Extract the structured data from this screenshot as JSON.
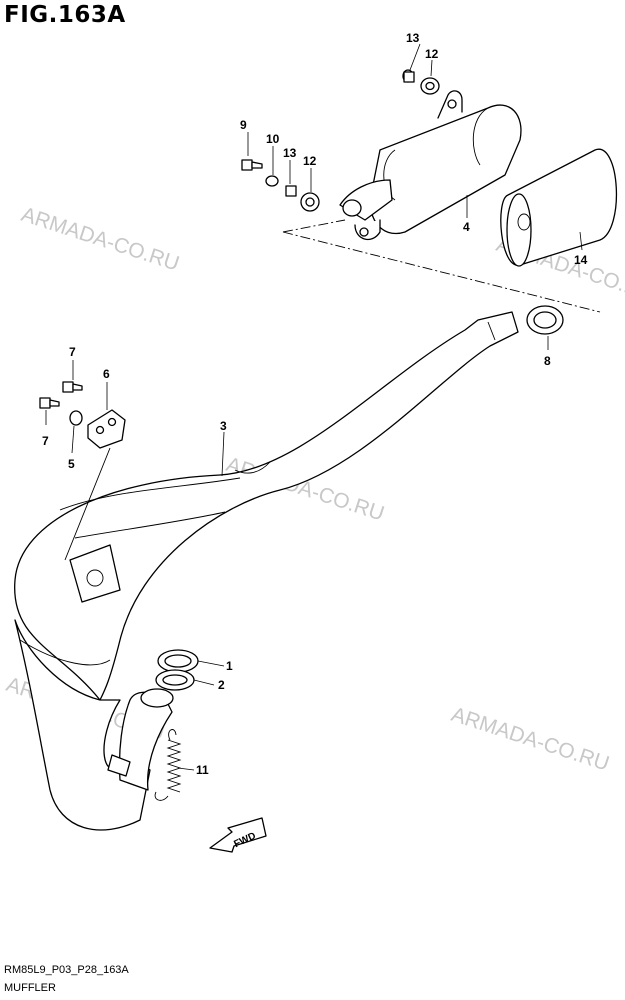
{
  "title": "FIG.163A",
  "footer": {
    "code": "RM85L9_P03_P28_163A",
    "caption": "MUFFLER"
  },
  "watermark": "ARMADA-CO.RU",
  "fwd_label": "FWD",
  "callouts": [
    "1",
    "2",
    "3",
    "4",
    "5",
    "6",
    "7",
    "7",
    "8",
    "9",
    "10",
    "11",
    "12",
    "12",
    "13",
    "13",
    "14"
  ],
  "colors": {
    "line": "#000000",
    "watermark": "#c8c8c8",
    "background": "#ffffff"
  }
}
